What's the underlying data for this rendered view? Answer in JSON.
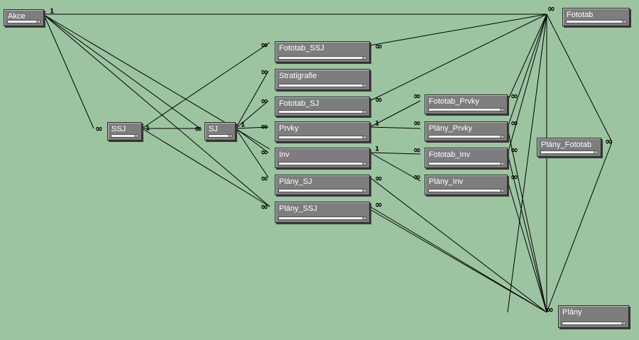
{
  "tables": [
    {
      "id": "akce",
      "label": "Akce"
    },
    {
      "id": "fototab",
      "label": "Fototab"
    },
    {
      "id": "fototab-ssj",
      "label": "Fototab_SSJ"
    },
    {
      "id": "stratigrafie",
      "label": "Stratigrafie"
    },
    {
      "id": "fototab-sj",
      "label": "Fototab_SJ"
    },
    {
      "id": "fototab-prvky",
      "label": "Fototab_Prvky"
    },
    {
      "id": "ssj",
      "label": "SSJ"
    },
    {
      "id": "sj",
      "label": "SJ"
    },
    {
      "id": "prvky",
      "label": "Prvky"
    },
    {
      "id": "plany-prvky",
      "label": "Plány_Prvky"
    },
    {
      "id": "plany-fototab",
      "label": "Plány_Fototab"
    },
    {
      "id": "inv",
      "label": "Inv"
    },
    {
      "id": "fototab-inv",
      "label": "Fototab_Inv"
    },
    {
      "id": "plany-sj",
      "label": "Plány_SJ"
    },
    {
      "id": "plany-inv",
      "label": "Plány_Inv"
    },
    {
      "id": "plany-ssj",
      "label": "Plány_SSJ"
    },
    {
      "id": "plany",
      "label": "Plány"
    }
  ],
  "cardinality": {
    "one": "1",
    "many": "∞"
  },
  "colors": {
    "background": "#9cc4a1",
    "line": "#000000",
    "box": "#7d7d7d"
  }
}
